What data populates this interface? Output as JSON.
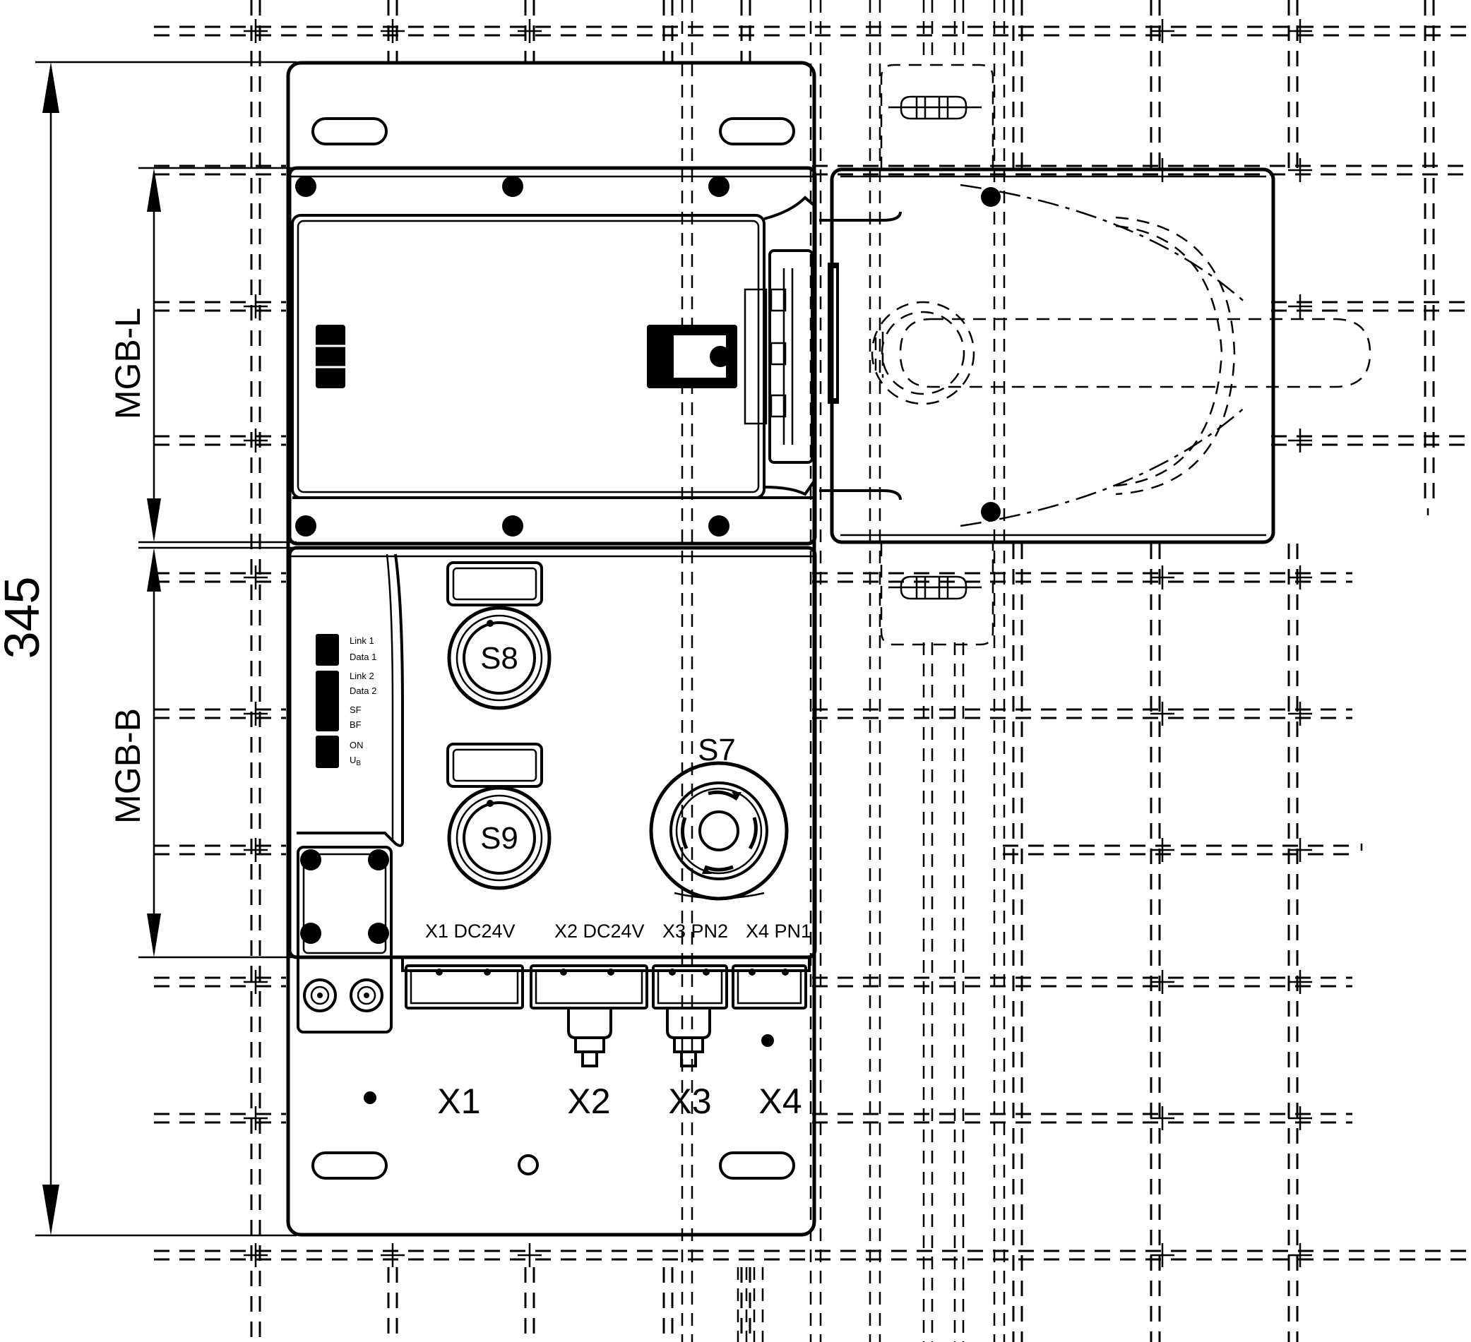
{
  "dimensions": {
    "overall": "345",
    "mgb_l": "MGB-L",
    "mgb_b": "MGB-B"
  },
  "buttons": {
    "s8": "S8",
    "s9": "S9",
    "s7": "S7"
  },
  "leds": {
    "link1": "Link  1",
    "data1": "Data  1",
    "link2": "Link  2",
    "data2": "Data  2",
    "sf": "SF",
    "bf": "BF",
    "on": "ON",
    "ub_main": "U",
    "ub_sub": "B"
  },
  "connectors": {
    "x1_header": "X1 DC24V",
    "x2_header": "X2 DC24V",
    "x3_header": "X3 PN2",
    "x4_header": "X4 PN1",
    "x1": "X1",
    "x2": "X2",
    "x3": "X3",
    "x4": "X4"
  }
}
